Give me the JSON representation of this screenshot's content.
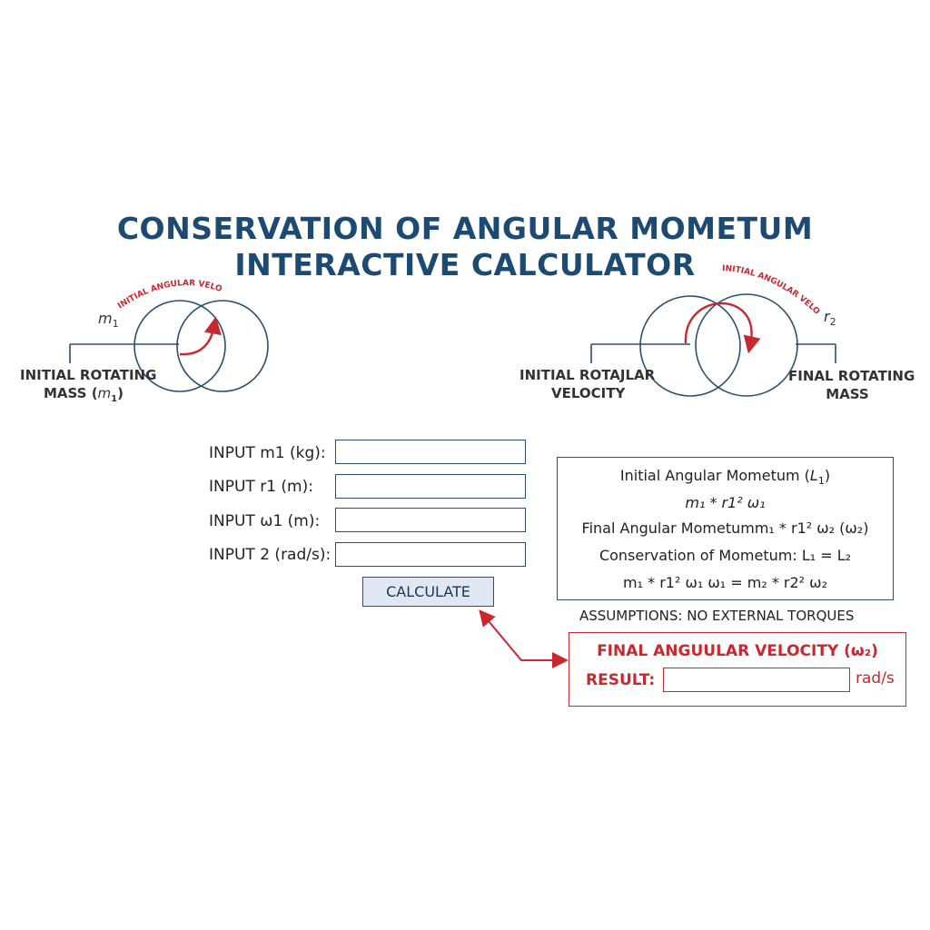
{
  "header": {
    "title_line1": "CONSERVATION OF ANGULAR MOMETUM",
    "title_line2": "INTERACTIVE CALCULATOR"
  },
  "left_diagram": {
    "mass_symbol": "m",
    "mass_subscript": "1",
    "arc_label": "INITIAL ANGULAR VELOCITY",
    "label_line1": "INITIAL ROTATING",
    "label_line2_prefix": "MASS (",
    "label_line2_var": "m",
    "label_line2_sub": "1",
    "label_line2_suffix": ")"
  },
  "right_diagram": {
    "radius_symbol": "r",
    "radius_subscript": "2",
    "arc_label": "INITIAL ANGULAR VELOCITY",
    "left_label_line1": "INITIAL ROTAJLAR",
    "left_label_line2": "VELOCITY",
    "right_label_line1": "FINAL ROTATING",
    "right_label_line2": "MASS"
  },
  "form": {
    "fields": [
      {
        "label": "INPUT m1 (kg):",
        "value": ""
      },
      {
        "label": "INPUT r1  (m):",
        "value": ""
      },
      {
        "label": "INPUT ω1 (m):",
        "value": ""
      },
      {
        "label": "INPUT 2 (rad/s):",
        "value": ""
      }
    ],
    "calculate_label": "CALCULATE"
  },
  "formulas": {
    "initial_title": "Initial Angular Mometum (",
    "initial_var": "L",
    "initial_sub": "1",
    "initial_close": ")",
    "initial_expr": "m₁ * r1²   ω₁",
    "final_line": "Final Angular Mometumm₁ * r1²   ω₂ (ω₂)",
    "conservation_line": "Conservation of Mometum: L₁ = L₂",
    "equation_line": "m₁  *  r1²  ω₁  ω₁ = m₂ * r2²    ω₂"
  },
  "assumptions": "ASSUMPTIONS: NO EXTERNAL TORQUES",
  "result": {
    "title": "FINAL ANGUULAR VELOCITY (ω₂)",
    "label": "RESULT:",
    "value": "",
    "unit": "rad/s"
  },
  "colors": {
    "title": "#1c4a70",
    "outline": "#2a4f70",
    "accent": "#c8282e"
  }
}
